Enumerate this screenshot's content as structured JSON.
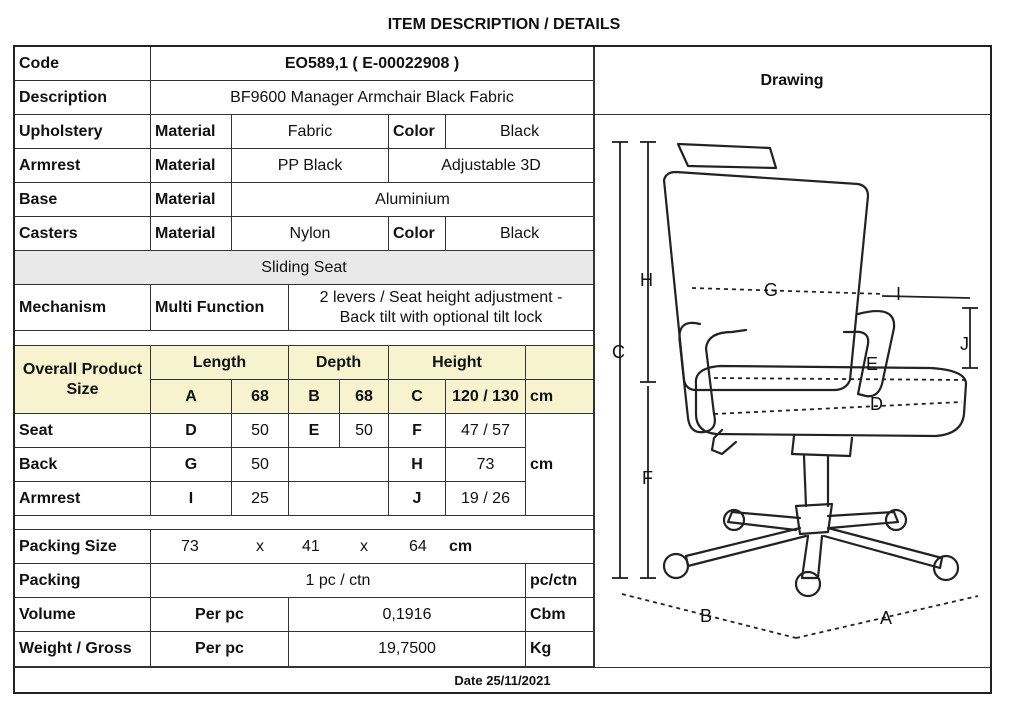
{
  "title": "ITEM DESCRIPTION / DETAILS",
  "code": {
    "label": "Code",
    "value": "EO589,1  ( E-00022908 )"
  },
  "description": {
    "label": "Description",
    "value": "BF9600 Manager Armchair Black Fabric"
  },
  "drawing_label": "Drawing",
  "upholstery": {
    "label": "Upholstery",
    "material_label": "Material",
    "material": "Fabric",
    "color_label": "Color",
    "color": "Black"
  },
  "armrest": {
    "label": "Armrest",
    "material_label": "Material",
    "material": "PP Black",
    "feature": "Adjustable 3D"
  },
  "base": {
    "label": "Base",
    "material_label": "Material",
    "material": "Aluminium"
  },
  "casters": {
    "label": "Casters",
    "material_label": "Material",
    "material": "Nylon",
    "color_label": "Color",
    "color": "Black"
  },
  "sliding_seat": "Sliding  Seat",
  "mechanism": {
    "label": "Mechanism",
    "type": "Multi Function",
    "line1": "2 levers / Seat height adjustment -",
    "line2": "Back tilt with optional tilt lock"
  },
  "overall": {
    "label_line1": "Overall Product",
    "label_line2": "Size",
    "length_label": "Length",
    "depth_label": "Depth",
    "height_label": "Height",
    "a_key": "A",
    "a_val": "68",
    "b_key": "B",
    "b_val": "68",
    "c_key": "C",
    "c_val": "120 / 130",
    "unit": "cm"
  },
  "seat": {
    "label": "Seat",
    "d_key": "D",
    "d_val": "50",
    "e_key": "E",
    "e_val": "50",
    "f_key": "F",
    "f_val": "47 / 57"
  },
  "back": {
    "label": "Back",
    "g_key": "G",
    "g_val": "50",
    "h_key": "H",
    "h_val": "73"
  },
  "armrest_dims": {
    "label": "Armrest",
    "i_key": "I",
    "i_val": "25",
    "j_key": "J",
    "j_val": "19 / 26"
  },
  "dims_unit": "cm",
  "packing_size": {
    "label": "Packing Size",
    "l": "73",
    "x1": "x",
    "w": "41",
    "x2": "x",
    "h": "64",
    "unit": "cm"
  },
  "packing": {
    "label": "Packing",
    "value": "1 pc / ctn",
    "unit": "pc/ctn"
  },
  "volume": {
    "label": "Volume",
    "per": "Per pc",
    "value": "0,1916",
    "unit": "Cbm"
  },
  "weight": {
    "label": "Weight / Gross",
    "per": "Per pc",
    "value": "19,7500",
    "unit": "Kg"
  },
  "date": "Date 25/11/2021",
  "drawing_dims": {
    "A": "A",
    "B": "B",
    "C": "C",
    "D": "D",
    "E": "E",
    "F": "F",
    "G": "G",
    "H": "H",
    "I": "I",
    "J": "J"
  }
}
